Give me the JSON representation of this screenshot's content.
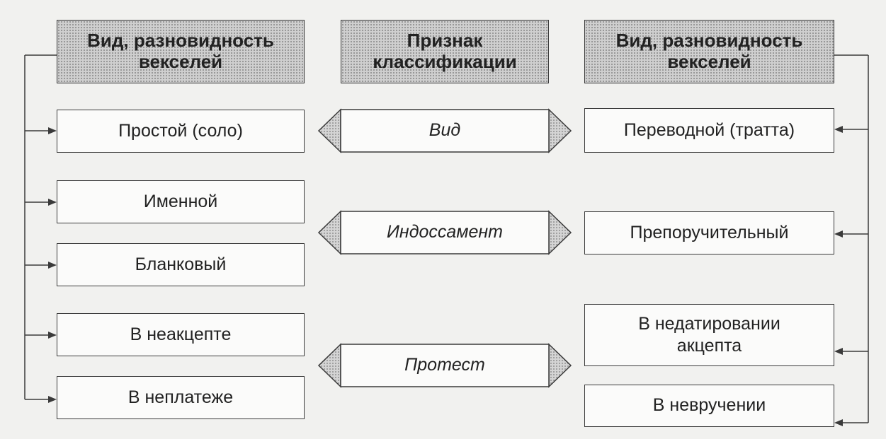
{
  "headers": {
    "left": "Вид, разновидность векселей",
    "middle": "Признак классификации",
    "right": "Вид, разновидность векселей"
  },
  "left_items": [
    "Простой (соло)",
    "Именной",
    "Бланковый",
    "В неакцепте",
    "В неплатеже"
  ],
  "criteria": [
    "Вид",
    "Индоссамент",
    "Протест"
  ],
  "right_items": [
    "Переводной (тратта)",
    "Препоручительный",
    "В недатировании акцепта",
    "В невручении"
  ],
  "colors": {
    "line": "#3a3a3a",
    "header_fill": "#cfcfcf"
  }
}
